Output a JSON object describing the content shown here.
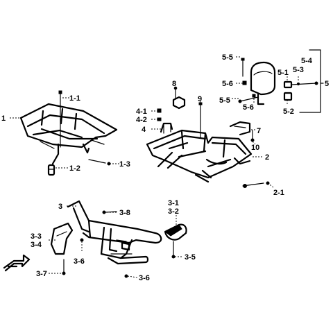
{
  "labels": {
    "l1": "1",
    "l1_1": "1-1",
    "l1_2": "1-2",
    "l1_3": "1-3",
    "l2": "2",
    "l2_1": "2-1",
    "l3": "3",
    "l3_1": "3-1",
    "l3_2": "3-2",
    "l3_3": "3-3",
    "l3_4": "3-4",
    "l3_5": "3-5",
    "l3_6a": "3-6",
    "l3_6b": "3-6",
    "l3_7": "3-7",
    "l3_8": "3-8",
    "l4": "4",
    "l4_1": "4-1",
    "l4_2": "4-2",
    "l5": "5",
    "l5_1": "5-1",
    "l5_2": "5-2",
    "l5_3": "5-3",
    "l5_4": "5-4",
    "l5_5a": "5-5",
    "l5_5b": "5-5",
    "l5_6a": "5-6",
    "l5_6b": "5-6",
    "l7": "7",
    "l8": "8",
    "l9": "9",
    "l10": "10"
  }
}
